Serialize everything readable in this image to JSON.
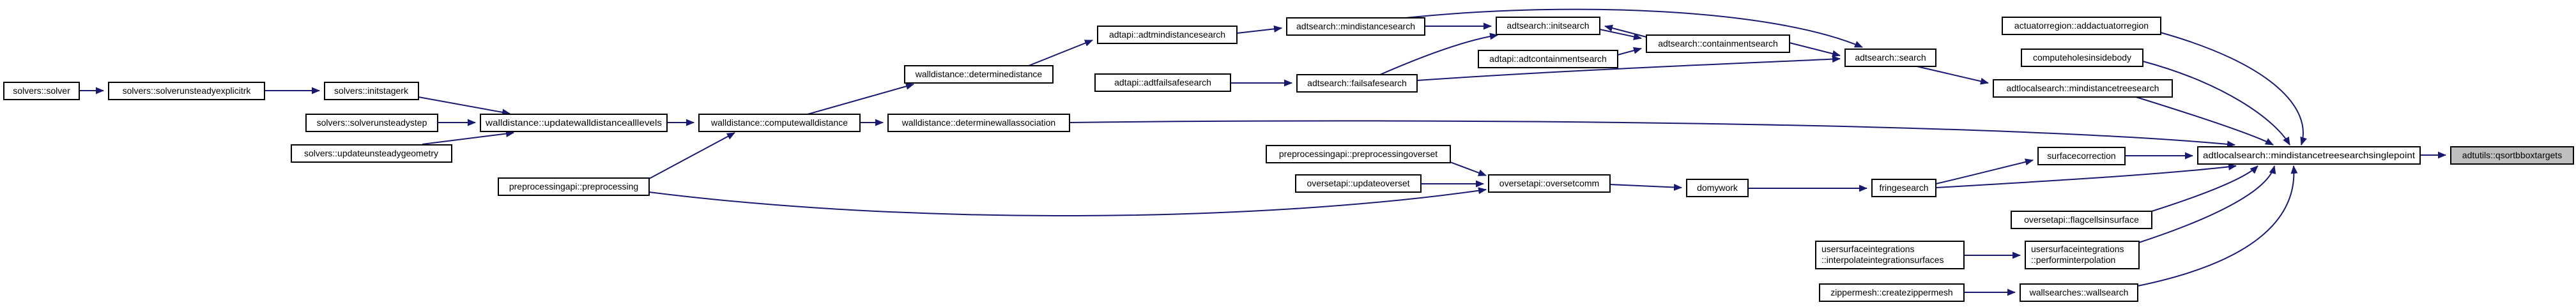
{
  "diagram": {
    "kind": "doxygen-call-graph",
    "background_color": "#ffffff",
    "edge_color": "#191970",
    "node_fill": "#ffffff",
    "node_border_color": "#000000",
    "highlighted_node_fill": "#bfbfbf",
    "highlighted_node": "adtutils::qsortbboxtargets"
  },
  "nodes": {
    "solver": {
      "label": "solvers::solver"
    },
    "solverunsteadyexplicitrk": {
      "label": "solvers::solverunsteadyexplicitrk"
    },
    "initstagerk": {
      "label": "solvers::initstagerk"
    },
    "solverunsteadystep": {
      "label": "solvers::solverunsteadystep"
    },
    "updateunsteadygeometry": {
      "label": "solvers::updateunsteadygeometry"
    },
    "updatewalldistancealllevels": {
      "label": "walldistance::updatewalldistancealllevels"
    },
    "preprocessing": {
      "label": "preprocessingapi::preprocessing"
    },
    "computewalldistance": {
      "label": "walldistance::computewalldistance"
    },
    "determinewallassociation": {
      "label": "walldistance::determinewallassociation"
    },
    "determinedistance": {
      "label": "walldistance::determinedistance"
    },
    "adtmindistancesearch": {
      "label": "adtapi::adtmindistancesearch"
    },
    "adtfailsafesearch": {
      "label": "adtapi::adtfailsafesearch"
    },
    "mindistancesearch": {
      "label": "adtsearch::mindistancesearch"
    },
    "initsearch": {
      "label": "adtsearch::initsearch"
    },
    "containmentsearch": {
      "label": "adtsearch::containmentsearch"
    },
    "adtcontainmentsearch": {
      "label": "adtapi::adtcontainmentsearch"
    },
    "failsafesearch": {
      "label": "adtsearch::failsafesearch"
    },
    "search": {
      "label": "adtsearch::search"
    },
    "addactuatorregion": {
      "label": "actuatorregion::addactuatorregion"
    },
    "computeholesinsidebody": {
      "label": "computeholesinsidebody"
    },
    "mindistancetreesearch": {
      "label": "adtlocalsearch::mindistancetreesearch"
    },
    "surfacecorrection": {
      "label": "surfacecorrection"
    },
    "mindistancetreesearchsinglepoint": {
      "label": "adtlocalsearch::mindistancetreesearchsinglepoint"
    },
    "qsortbboxtargets": {
      "label": "adtutils::qsortbboxtargets"
    },
    "preprocessingoverset": {
      "label": "preprocessingapi::preprocessingoverset"
    },
    "updateoverset": {
      "label": "oversetapi::updateoverset"
    },
    "oversetcomm": {
      "label": "oversetapi::oversetcomm"
    },
    "domywork": {
      "label": "domywork"
    },
    "fringesearch": {
      "label": "fringesearch"
    },
    "flagcellsinsurface": {
      "label": "oversetapi::flagcellsinsurface"
    },
    "interpolateintegrationsurfaces": {
      "label": "usersurfaceintegrations",
      "label2": "::interpolateintegrationsurfaces"
    },
    "performinterpolation": {
      "label": "usersurfaceintegrations",
      "label2": "::performinterpolation"
    },
    "createzippermesh": {
      "label": "zippermesh::createzippermesh"
    },
    "wallsearch": {
      "label": "wallsearches::wallsearch"
    }
  },
  "edges": [
    {
      "from": "solvers::solver",
      "to": "solvers::solverunsteadyexplicitrk"
    },
    {
      "from": "solvers::solverunsteadyexplicitrk",
      "to": "solvers::initstagerk"
    },
    {
      "from": "solvers::initstagerk",
      "to": "walldistance::updatewalldistancealllevels"
    },
    {
      "from": "solvers::solverunsteadystep",
      "to": "walldistance::updatewalldistancealllevels"
    },
    {
      "from": "solvers::updateunsteadygeometry",
      "to": "walldistance::updatewalldistancealllevels"
    },
    {
      "from": "walldistance::updatewalldistancealllevels",
      "to": "walldistance::computewalldistance"
    },
    {
      "from": "preprocessingapi::preprocessing",
      "to": "walldistance::computewalldistance"
    },
    {
      "from": "preprocessingapi::preprocessing",
      "to": "oversetapi::oversetcomm"
    },
    {
      "from": "walldistance::computewalldistance",
      "to": "walldistance::determinedistance"
    },
    {
      "from": "walldistance::computewalldistance",
      "to": "walldistance::determinewallassociation"
    },
    {
      "from": "walldistance::determinedistance",
      "to": "adtapi::adtmindistancesearch"
    },
    {
      "from": "adtapi::adtmindistancesearch",
      "to": "adtsearch::mindistancesearch"
    },
    {
      "from": "adtsearch::mindistancesearch",
      "to": "adtsearch::initsearch"
    },
    {
      "from": "adtsearch::mindistancesearch",
      "to": "adtsearch::search"
    },
    {
      "from": "adtapi::adtfailsafesearch",
      "to": "adtsearch::failsafesearch"
    },
    {
      "from": "adtsearch::failsafesearch",
      "to": "adtsearch::initsearch"
    },
    {
      "from": "adtsearch::failsafesearch",
      "to": "adtsearch::search"
    },
    {
      "from": "adtsearch::initsearch",
      "to": "adtsearch::containmentsearch"
    },
    {
      "from": "adtsearch::containmentsearch",
      "to": "adtsearch::initsearch"
    },
    {
      "from": "adtapi::adtcontainmentsearch",
      "to": "adtsearch::containmentsearch"
    },
    {
      "from": "adtsearch::containmentsearch",
      "to": "adtsearch::search"
    },
    {
      "from": "adtsearch::search",
      "to": "adtlocalsearch::mindistancetreesearch"
    },
    {
      "from": "adtlocalsearch::mindistancetreesearch",
      "to": "adtlocalsearch::mindistancetreesearchsinglepoint"
    },
    {
      "from": "walldistance::determinewallassociation",
      "to": "adtlocalsearch::mindistancetreesearchsinglepoint"
    },
    {
      "from": "actuatorregion::addactuatorregion",
      "to": "adtlocalsearch::mindistancetreesearchsinglepoint"
    },
    {
      "from": "computeholesinsidebody",
      "to": "adtlocalsearch::mindistancetreesearchsinglepoint"
    },
    {
      "from": "surfacecorrection",
      "to": "adtlocalsearch::mindistancetreesearchsinglepoint"
    },
    {
      "from": "preprocessingapi::preprocessingoverset",
      "to": "oversetapi::oversetcomm"
    },
    {
      "from": "oversetapi::updateoverset",
      "to": "oversetapi::oversetcomm"
    },
    {
      "from": "oversetapi::oversetcomm",
      "to": "domywork"
    },
    {
      "from": "domywork",
      "to": "fringesearch"
    },
    {
      "from": "fringesearch",
      "to": "surfacecorrection"
    },
    {
      "from": "fringesearch",
      "to": "adtlocalsearch::mindistancetreesearchsinglepoint"
    },
    {
      "from": "oversetapi::flagcellsinsurface",
      "to": "adtlocalsearch::mindistancetreesearchsinglepoint"
    },
    {
      "from": "usersurfaceintegrations::interpolateintegrationsurfaces",
      "to": "usersurfaceintegrations::performinterpolation"
    },
    {
      "from": "usersurfaceintegrations::performinterpolation",
      "to": "adtlocalsearch::mindistancetreesearchsinglepoint"
    },
    {
      "from": "zippermesh::createzippermesh",
      "to": "wallsearches::wallsearch"
    },
    {
      "from": "wallsearches::wallsearch",
      "to": "adtlocalsearch::mindistancetreesearchsinglepoint"
    },
    {
      "from": "adtlocalsearch::mindistancetreesearchsinglepoint",
      "to": "adtutils::qsortbboxtargets"
    }
  ]
}
